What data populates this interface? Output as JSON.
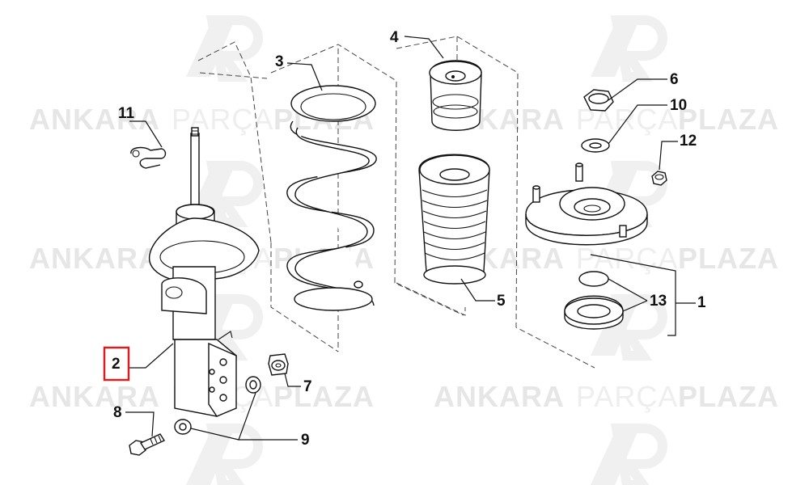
{
  "watermark": {
    "brand_left": "ANKARA",
    "brand_middle": "PARÇA",
    "brand_right": "PLAZA",
    "logo_letters": "AP"
  },
  "callouts": {
    "part_1": "1",
    "part_2": "2",
    "part_3": "3",
    "part_4": "4",
    "part_5": "5",
    "part_6": "6",
    "part_7": "7",
    "part_8": "8",
    "part_9": "9",
    "part_10": "10",
    "part_11": "11",
    "part_12": "12",
    "part_13": "13"
  },
  "highlighted_callout": "2",
  "colors": {
    "highlight_box": "#d42020",
    "line_art": "#111111",
    "watermark": "#e6e6e6"
  }
}
